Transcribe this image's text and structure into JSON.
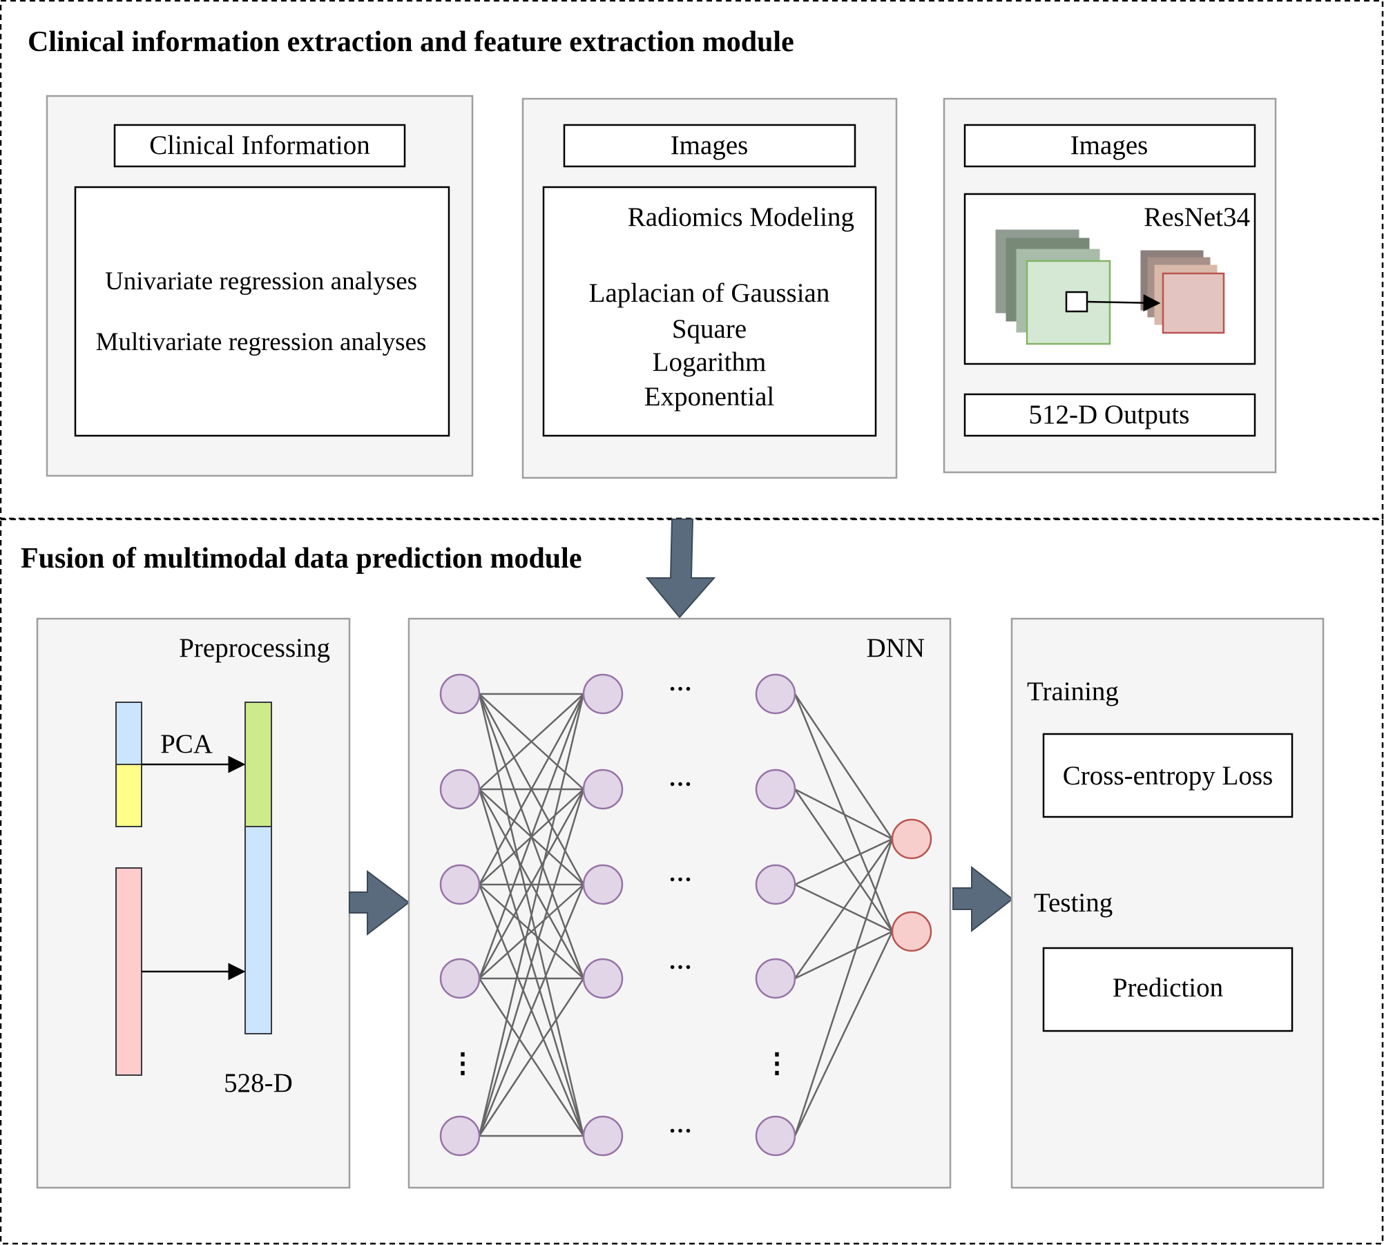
{
  "top_module": {
    "title": "Clinical information extraction and feature extraction module",
    "clinical_panel": {
      "header": "Clinical Information",
      "lines": [
        "Univariate regression analyses",
        "Multivariate regression analyses"
      ]
    },
    "radiomics_panel": {
      "header": "Images",
      "title": "Radiomics Modeling",
      "lines": [
        "Laplacian of Gaussian",
        "Square",
        "Logarithm",
        "Exponential"
      ]
    },
    "resnet_panel": {
      "header": "Images",
      "model": "ResNet34",
      "output": "512-D Outputs"
    }
  },
  "bottom_module": {
    "title": "Fusion of multimodal data prediction module",
    "preprocessing_panel": {
      "title": "Preprocessing",
      "pca_label": "PCA",
      "dimension_label": "528-D"
    },
    "dnn_panel": {
      "title": "DNN",
      "ellipsis": "…",
      "vertical_ellipsis": "⋮"
    },
    "outcome_panel": {
      "training_label": "Training",
      "loss_label": "Cross-entropy Loss",
      "testing_label": "Testing",
      "prediction_label": "Prediction"
    }
  },
  "colors": {
    "panel_fill": "#f5f5f5",
    "panel_stroke": "#9e9e9e",
    "arrow_fill": "#596b7c",
    "neuron_fill": "#e1d5e7",
    "neuron_stroke": "#9673a6",
    "output_neuron_fill": "#f8cecc",
    "output_neuron_stroke": "#b85450",
    "feature_blue": "#cce5ff",
    "feature_yellow": "#ffff88",
    "feature_green": "#cdeb8b",
    "feature_pink": "#ffcccc"
  }
}
